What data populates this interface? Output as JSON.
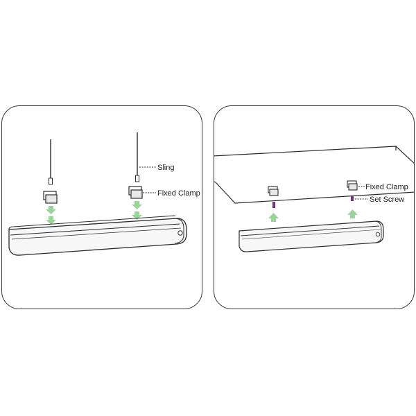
{
  "left_panel": {
    "sling_label": "Sling",
    "clamp_label": "Fixed Clamp"
  },
  "right_panel": {
    "clamp_label": "Fixed Clamp",
    "set_screw_label": "Set Screw"
  },
  "colors": {
    "line": "#2b2b2b",
    "arrow_green": "#9bd49a",
    "screw_purple": "#7a2c86",
    "fixture_body": "#f7f7f7"
  }
}
